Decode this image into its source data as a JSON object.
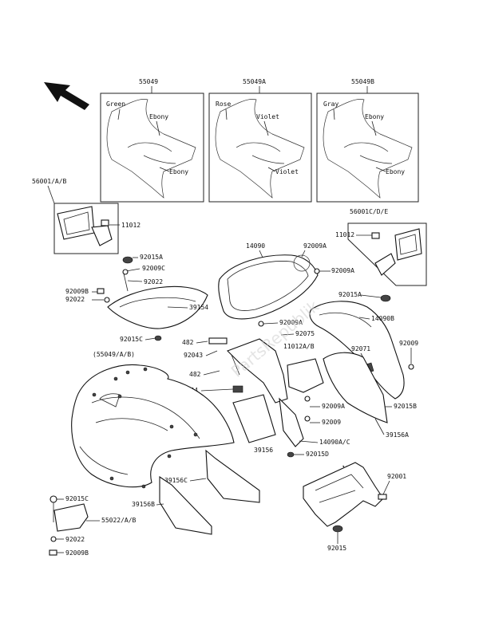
{
  "boxes": {
    "box1": {
      "part": "55049",
      "c1": "Green",
      "c2": "Ebony",
      "c3": "Ebony"
    },
    "box2": {
      "part": "55049A",
      "c1": "Rose",
      "c2": "Violet",
      "c3": "Violet"
    },
    "box3": {
      "part": "55049B",
      "c1": "Gray",
      "c2": "Ebony",
      "c3": "Ebony"
    }
  },
  "labels": {
    "l56001ab": "56001/A/B",
    "l11012a": "11012",
    "l92015a_l": "92015A",
    "l92009c": "92009C",
    "l92022a": "92022",
    "l92009b_t": "92009B",
    "l92022b": "92022",
    "l39154": "39154",
    "l92015c_a": "92015C",
    "l482a": "482",
    "l92043": "92043",
    "l55049ab": "(55049/A/B)",
    "l482b": "482",
    "l92144": "92144",
    "l14090": "14090",
    "l56001cde": "56001C/D/E",
    "l92009a_a": "92009A",
    "l11012b": "11012",
    "l92009a_b": "92009A",
    "l92015a_r": "92015A",
    "l14090b": "14090B",
    "l92009a_c": "92009A",
    "l92075": "92075",
    "l11012ab": "11012A/B",
    "l92071": "92071",
    "l92009": "92009",
    "l92015b": "92015B",
    "l92009a_d": "92009A",
    "l92009_b": "92009",
    "l39156a": "39156A",
    "l14090ac": "14090A/C",
    "l39156": "39156",
    "l92015d": "92015D",
    "l11047": "11047",
    "l92001": "92001",
    "l92015": "92015",
    "l39156c": "39156C",
    "l39156b": "39156B",
    "l92015c_b": "92015C",
    "l55022ab": "55022/A/B",
    "l92022c": "92022",
    "l92009b_b": "92009B"
  },
  "watermark": "PartsRepublik"
}
